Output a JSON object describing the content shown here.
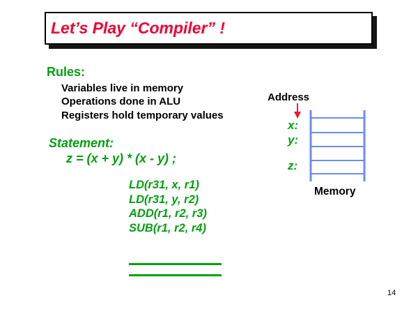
{
  "slide": {
    "title": "Let’s Play “Compiler” !",
    "page_number": "14"
  },
  "rules": {
    "heading": "Rules:",
    "items": [
      "Variables live in memory",
      "Operations done in ALU",
      "Registers hold temporary values"
    ]
  },
  "statement": {
    "heading": "Statement:",
    "expression": "z = (x + y) * (x - y) ;"
  },
  "assembly": {
    "lines": [
      "LD(r31, x, r1)",
      "LD(r31, y, r2)",
      "ADD(r1, r2, r3)",
      "SUB(r1, r2, r4)"
    ],
    "blank_lines": 2
  },
  "memory_diagram": {
    "address_label": "Address",
    "arrow_icon": "red-down-arrow",
    "cell_labels": [
      "x:",
      "y:",
      "z:"
    ],
    "memory_label": "Memory",
    "rows": 4
  },
  "colors": {
    "title_red": "#EE0033",
    "arrow_red": "#E8193C",
    "text_green": "#00A010",
    "ladder_blue": "#6E8CF0",
    "text_black": "#000000"
  }
}
